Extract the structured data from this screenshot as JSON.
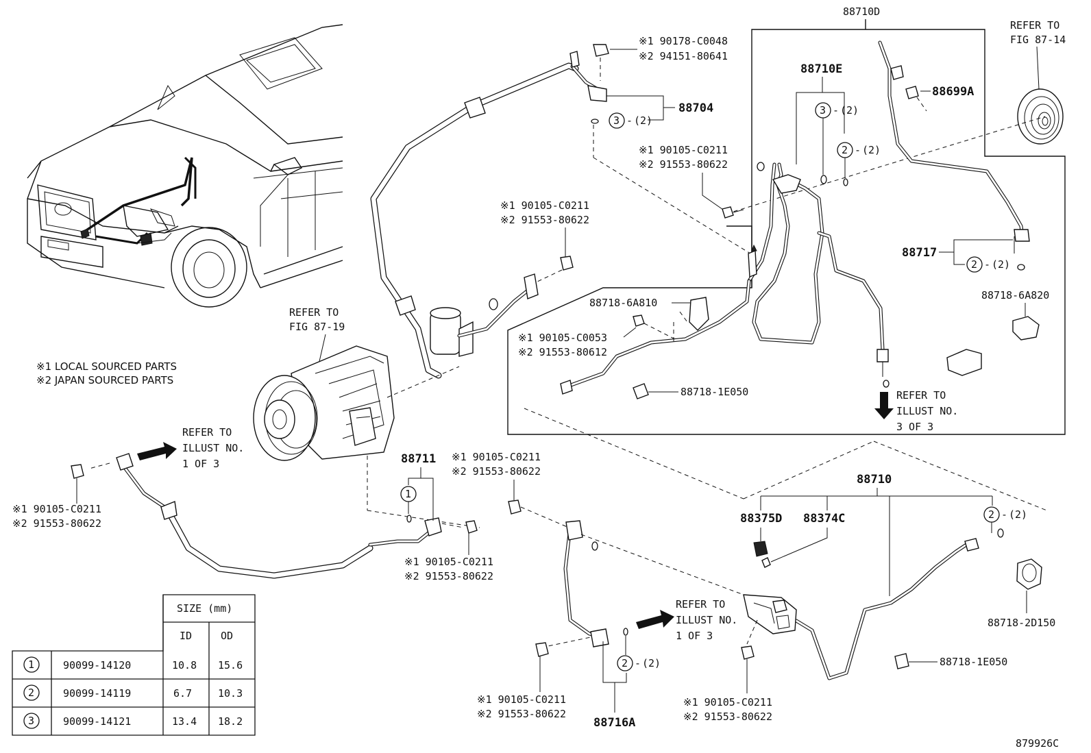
{
  "labels": {
    "p88710D": "88710D",
    "p88710E": "88710E",
    "p88699A": "88699A",
    "p88704": "88704",
    "p88717": "88717",
    "p88711": "88711",
    "p88710": "88710",
    "p88375D": "88375D",
    "p88374C": "88374C",
    "p88716A": "88716A",
    "p88718_6A810": "88718-6A810",
    "p88718_6A820": "88718-6A820",
    "p88718_1E050_a": "88718-1E050",
    "p88718_1E050_b": "88718-1E050",
    "p88718_2D150": "88718-2D150"
  },
  "callouts": {
    "c88704": {
      "num": "3",
      "qty": "(2)"
    },
    "c88710E_3": {
      "num": "3",
      "qty": "(2)"
    },
    "c88710E_2": {
      "num": "2",
      "qty": "(2)"
    },
    "c88717": {
      "num": "2",
      "qty": "(2)"
    },
    "c88711": {
      "num": "1",
      "qty": ""
    },
    "c88710": {
      "num": "2",
      "qty": "(2)"
    },
    "c88716A": {
      "num": "2",
      "qty": "(2)"
    }
  },
  "bolt_notes": {
    "top": {
      "l1": "※1 90178-C0048",
      "l2": "※2 94151-80641"
    },
    "b88710E": {
      "l1": "※1 90105-C0211",
      "l2": "※2 91553-80622"
    },
    "center": {
      "l1": "※1 90105-C0211",
      "l2": "※2 91553-80622"
    },
    "b6a810": {
      "l1": "※1 90105-C0053",
      "l2": "※2 91553-80612"
    },
    "left": {
      "l1": "※1 90105-C0211",
      "l2": "※2 91553-80622"
    },
    "b88711_top": {
      "l1": "※1 90105-C0211",
      "l2": "※2 91553-80622"
    },
    "b88711_bot": {
      "l1": "※1 90105-C0211",
      "l2": "※2 91553-80622"
    },
    "b88716A": {
      "l1": "※1 90105-C0211",
      "l2": "※2 91553-80622"
    },
    "b88710": {
      "l1": "※1 90105-C0211",
      "l2": "※2 91553-80622"
    }
  },
  "refer": {
    "fig87_14": {
      "l1": "REFER TO",
      "l2": "FIG 87-14"
    },
    "fig87_19": {
      "l1": "REFER TO",
      "l2": "FIG 87-19"
    },
    "illust3": {
      "l1": "REFER TO",
      "l2": "ILLUST NO.",
      "l3": "3 OF 3"
    },
    "illust1_left": {
      "l1": "REFER TO",
      "l2": "ILLUST NO.",
      "l3": "1 OF 3"
    },
    "illust1_right": {
      "l1": "REFER TO",
      "l2": "ILLUST NO.",
      "l3": "1 OF 3"
    }
  },
  "legend": {
    "l1": "※1 LOCAL SOURCED PARTS",
    "l2": "※2 JAPAN SOURCED PARTS"
  },
  "size_table": {
    "header": "SIZE (mm)",
    "col_id": "ID",
    "col_od": "OD",
    "rows": [
      {
        "key": "1",
        "part": "90099-14120",
        "id": "10.8",
        "od": "15.6"
      },
      {
        "key": "2",
        "part": "90099-14119",
        "id": "6.7",
        "od": "10.3"
      },
      {
        "key": "3",
        "part": "90099-14121",
        "id": "13.4",
        "od": "18.2"
      }
    ]
  },
  "figure_id": "879926C"
}
